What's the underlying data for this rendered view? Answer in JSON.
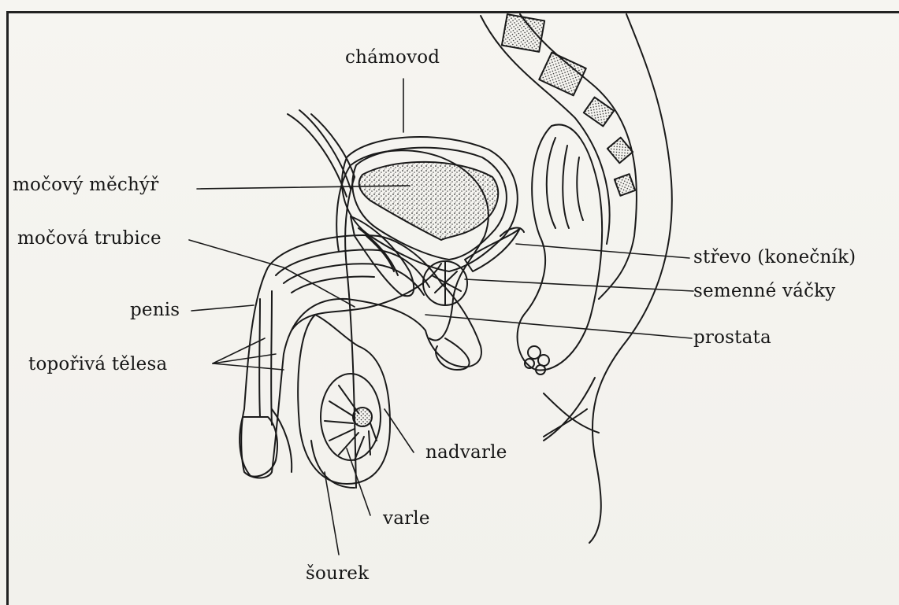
{
  "labels": {
    "chamovod": "chámovod",
    "mocovy_mechyr": "močový měchýř",
    "mocova_trubice": "močová trubice",
    "penis": "penis",
    "toporiva_telesa": "topořivá tělesa",
    "strevo": "střevo (konečník)",
    "semenne_vacky": "semenné váčky",
    "prostata": "prostata",
    "nadvarle": "nadvarle",
    "varle": "varle",
    "sourek": "šourek"
  }
}
